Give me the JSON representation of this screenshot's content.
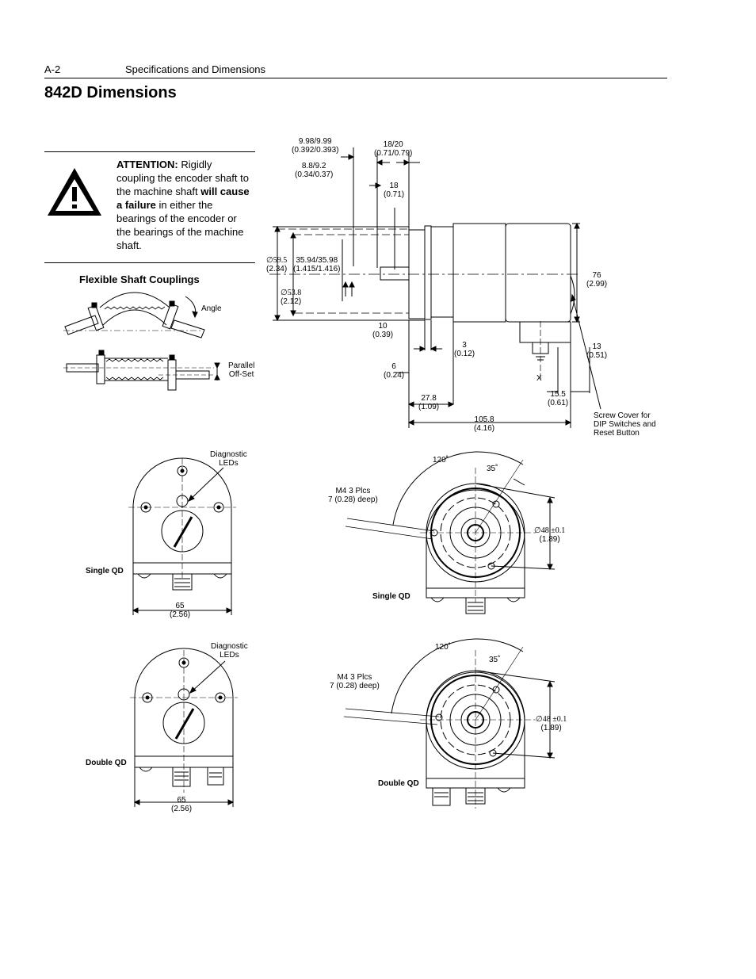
{
  "header": {
    "page_number": "A-2",
    "section_title": "Specifications and Dimensions"
  },
  "title": "842D Dimensions",
  "attention": {
    "lead": "ATTENTION:",
    "t1": " Rigidly coupling the encoder shaft to the machine shaft ",
    "b2": "will cause a failure",
    "t2": " in either the bearings of the encoder or the bearings of the machine shaft."
  },
  "couplings": {
    "heading": "Flexible Shaft Couplings",
    "angle_label": "Angle",
    "parallel_l1": "Parallel",
    "parallel_l2": "Off-Set"
  },
  "side_view": {
    "d1": [
      "9.98/9.99",
      "(0.392/0.393)"
    ],
    "d2": [
      "18/20",
      "(0.71/0.79)"
    ],
    "d3": [
      "8.8/9.2",
      "(0.34/0.37)"
    ],
    "d4": [
      "18",
      "(0.71)"
    ],
    "d5": [
      "∅59.5",
      "(2.34)"
    ],
    "d6": [
      "35.94/35.98",
      "(1.415/1.416)"
    ],
    "d7": [
      "∅53.8",
      "(2.12)"
    ],
    "d8": [
      "76",
      "(2.99)"
    ],
    "d9": [
      "10",
      "(0.39)"
    ],
    "d10": [
      "3",
      "(0.12)"
    ],
    "d11": [
      "6",
      "(0.24)"
    ],
    "d12": [
      "13",
      "(0.51)"
    ],
    "x_label": "X",
    "d13": [
      "15.5",
      "(0.61)"
    ],
    "d14": [
      "27.8",
      "(1.09)"
    ],
    "d15": [
      "105.8",
      "(4.16)"
    ],
    "screw_note": [
      "Screw Cover for",
      "DIP Switches and",
      "Reset Button"
    ]
  },
  "single_front": {
    "leds": [
      "Diagnostic",
      "LEDs"
    ],
    "label": "Single QD",
    "width": [
      "65",
      "(2.56)"
    ]
  },
  "double_front": {
    "leds": [
      "Diagnostic",
      "LEDs"
    ],
    "label": "Double QD",
    "width": [
      "65",
      "(2.56)"
    ]
  },
  "single_flange": {
    "angle1": "120˚",
    "angle2": "35˚",
    "holes": [
      "M4 3 Plcs",
      "7 (0.28) deep)"
    ],
    "diam": [
      "∅48 ±0.1",
      "(1.89)"
    ],
    "label": "Single QD"
  },
  "double_flange": {
    "angle1": "120˚",
    "angle2": "35˚",
    "holes": [
      "M4 3 Plcs",
      "7 (0.28) deep)"
    ],
    "diam": [
      "∅48 ±0.1",
      "(1.89)"
    ],
    "label": "Double QD"
  }
}
